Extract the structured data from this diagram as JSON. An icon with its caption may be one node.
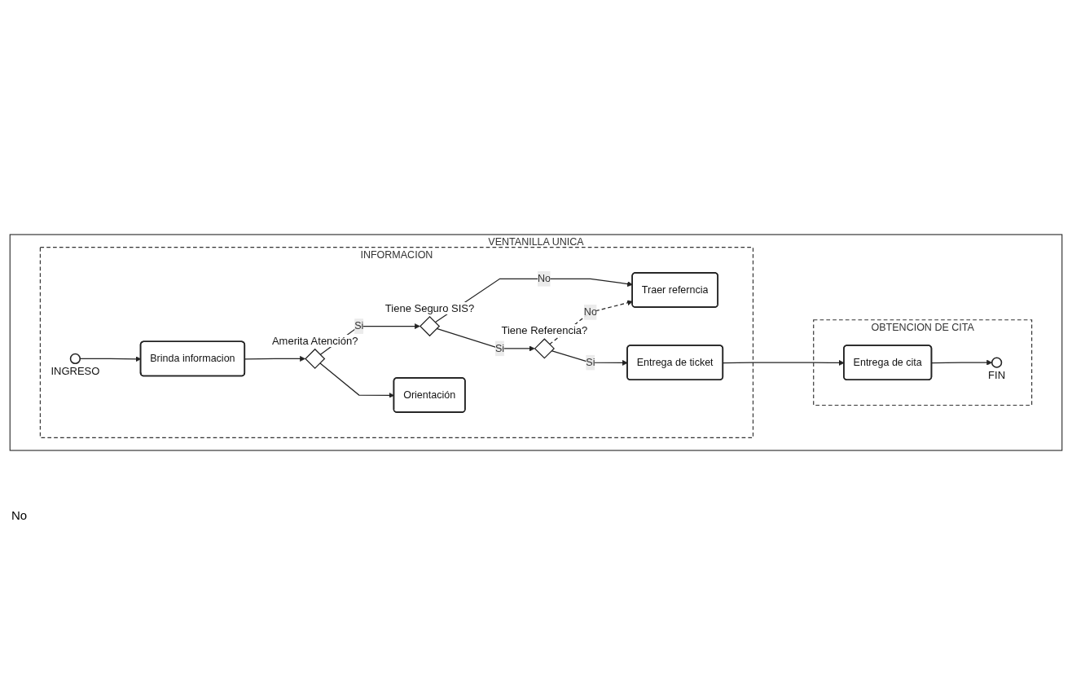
{
  "diagram": {
    "nodes": [
      {
        "text": [
          "VENTANILLA UNICA"
        ]
      },
      {
        "text": [
          "INFORMACION"
        ],
        "in": 0
      },
      {
        "text": [
          "OBTENCION DE CITA"
        ],
        "in": 0
      },
      {
        "text": [],
        "shape": "circle",
        "beside": [
          "INGRESO"
        ],
        "in": 1
      },
      {
        "text": [
          "Brinda informacion"
        ],
        "in": 1
      },
      {
        "text": [],
        "shape": "diamond",
        "beside": [
          "Amerita Atención?"
        ],
        "in": 1
      },
      {
        "text": [
          "Orientación"
        ],
        "in": 1
      },
      {
        "text": [],
        "shape": "diamond",
        "beside": [
          "Tiene Seguro SIS?"
        ],
        "in": 1
      },
      {
        "text": [
          "Traer referncia"
        ],
        "in": 1
      },
      {
        "text": [],
        "shape": "diamond",
        "beside": [
          "Tiene Referencia?"
        ],
        "in": 1
      },
      {
        "text": [
          "Entrega de ticket"
        ],
        "in": 1
      },
      {
        "text": [
          "Entrega de cita"
        ],
        "in": 2
      },
      {
        "text": [],
        "shape": "circle",
        "beside": [
          "FIN"
        ],
        "in": 2
      }
    ],
    "edges": [
      {
        "from": 3,
        "to": 4,
        "arrow": "to"
      },
      {
        "from": 4,
        "to": 5,
        "arrow": "to"
      },
      {
        "from": 5,
        "to": 7,
        "arrow": "to",
        "label": "Si"
      },
      {
        "from": 5,
        "to": 6,
        "arrow": "to"
      },
      {
        "from": 7,
        "to": 8,
        "arrow": "to",
        "label": "No"
      },
      {
        "from": 7,
        "to": 9,
        "arrow": "to",
        "label": "Si"
      },
      {
        "from": 9,
        "to": 10,
        "arrow": "to",
        "label": "Si"
      },
      {
        "from": 9,
        "to": 8,
        "arrow": "to",
        "label": "No",
        "style": "dashed"
      },
      {
        "from": 10,
        "to": 11,
        "arrow": "to"
      },
      {
        "from": 11,
        "to": 12,
        "arrow": "to"
      }
    ],
    "labels": [
      "No"
    ]
  }
}
